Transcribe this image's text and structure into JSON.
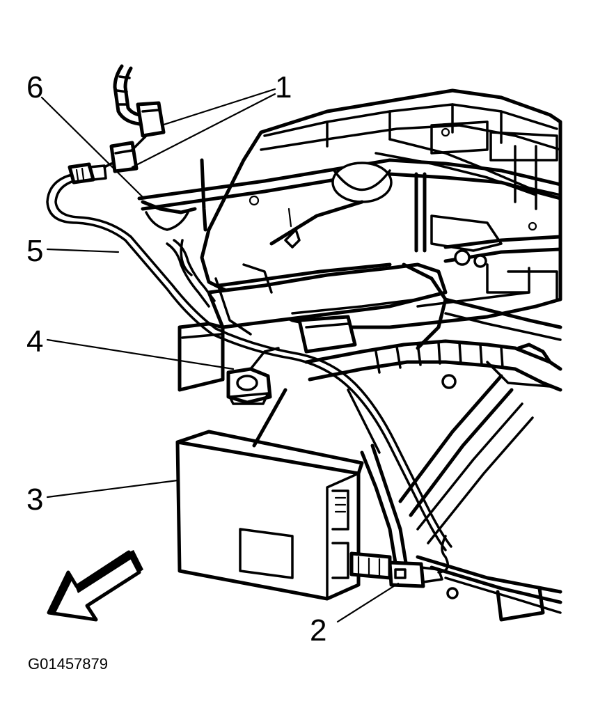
{
  "figure_id": "G01457879",
  "callouts": [
    {
      "label": "1"
    },
    {
      "label": "2"
    },
    {
      "label": "3"
    },
    {
      "label": "4"
    },
    {
      "label": "5"
    },
    {
      "label": "6"
    }
  ],
  "colors": {
    "ink": "#000000",
    "background": "#ffffff"
  },
  "icons": {
    "direction_arrow": "front-direction-arrow-icon"
  }
}
